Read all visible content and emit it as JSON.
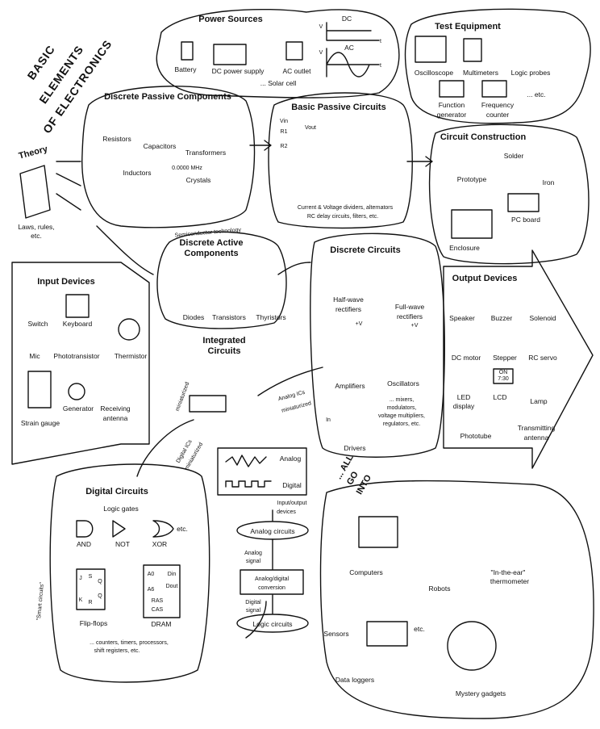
{
  "title": [
    "BASIC",
    "ELEMENTS",
    "OF ELECTRONICS"
  ],
  "power_sources": {
    "heading": "Power Sources",
    "items": [
      "Battery",
      "DC power supply",
      "AC outlet"
    ],
    "solar": "... Solar cell",
    "dc": "DC",
    "ac": "AC",
    "v": "V",
    "t": "t"
  },
  "test_equipment": {
    "heading": "Test Equipment",
    "items": [
      "Oscilloscope",
      "Multimeters",
      "Logic probes",
      "Function",
      "generator",
      "Frequency",
      "counter",
      "... etc."
    ]
  },
  "theory": {
    "heading": "Theory",
    "laws": "Laws, rules,",
    "etc": "etc."
  },
  "passive_components": {
    "heading": "Discrete Passive Components",
    "items": [
      "Resistors",
      "Capacitors",
      "Transformers",
      "Inductors",
      "Crystals"
    ],
    "crystal_label": "0.0000 MHz"
  },
  "basic_passive": {
    "heading": "Basic Passive Circuits",
    "vin": "Vin",
    "vout": "Vout",
    "r1": "R1",
    "r2": "R2",
    "caption1": "Current & Voltage dividers, alternators",
    "caption2": "RC delay circuits, filters, etc."
  },
  "construction": {
    "heading": "Circuit Construction",
    "items": [
      "Solder",
      "Prototype",
      "Iron",
      "PC board",
      "Enclosure"
    ]
  },
  "semiconductor": "Semiconductor technology",
  "active_components": {
    "heading1": "Discrete Active",
    "heading2": "Components",
    "items": [
      "Diodes",
      "Transistors",
      "Thyristors"
    ]
  },
  "discrete_circuits": {
    "heading": "Discrete Circuits",
    "items": [
      "Half-wave",
      "rectifiers",
      "Full-wave",
      "rectifiers",
      "Amplifiers",
      "Oscillators",
      "Drivers"
    ],
    "plus_v": "+V",
    "in": "In",
    "more": [
      "... mixers,",
      "modulators,",
      "voltage multipliers,",
      "regulators, etc."
    ]
  },
  "input_devices": {
    "heading": "Input Devices",
    "items": [
      "Switch",
      "Keyboard",
      "Mic",
      "Phototransistor",
      "Thermistor",
      "Strain gauge",
      "Generator",
      "Receiving",
      "antenna"
    ]
  },
  "integrated": {
    "heading1": "Integrated",
    "heading2": "Circuits",
    "miniaturized": "miniaturized",
    "analog_ics": "Analog ICs",
    "analog_mini": "miniaturized",
    "digital_ics": "Digital ICs",
    "digital_mini": "miniaturized"
  },
  "output_devices": {
    "heading": "Output Devices",
    "items": [
      "Speaker",
      "Buzzer",
      "Solenoid",
      "DC motor",
      "Stepper",
      "RC servo",
      "LED",
      "display",
      "LCD",
      "Lamp",
      "Phototube",
      "Transmitting",
      "antenna"
    ],
    "lcd_value": "7:30",
    "on": "ON"
  },
  "digital_circuits": {
    "heading": "Digital Circuits",
    "logic_gates": "Logic gates",
    "gates": [
      "AND",
      "NOT",
      "XOR"
    ],
    "etc": "etc.",
    "flipflop": "Flip-flops",
    "dram": "DRAM",
    "ff_pins": [
      "J",
      "S",
      "Q",
      "K",
      "R",
      "Q"
    ],
    "dram_pins": [
      "A0",
      "Din",
      "Dout",
      "A6",
      "RAS",
      "CAS"
    ],
    "more": [
      "... counters, timers, processors,",
      "shift registers, etc."
    ],
    "smart": "\"Smart circuits\""
  },
  "signals": {
    "analog": "Analog",
    "digital": "Digital"
  },
  "center": {
    "io": [
      "Input/output",
      "devices"
    ],
    "analog_circuits": "Analog circuits",
    "analog_signal": [
      "Analog",
      "signal"
    ],
    "conversion": [
      "Analog/digital",
      "conversion"
    ],
    "digital_signal": [
      "Digital",
      "signal"
    ],
    "logic_circuits": "Logic circuits"
  },
  "all_go_into": [
    "... ALL",
    "GO",
    "INTO"
  ],
  "applications": {
    "items": [
      "Computers",
      "Robots",
      "\"In-the-ear\"",
      "thermometer",
      "Sensors",
      "etc.",
      "Data loggers",
      "Mystery gadgets"
    ]
  }
}
